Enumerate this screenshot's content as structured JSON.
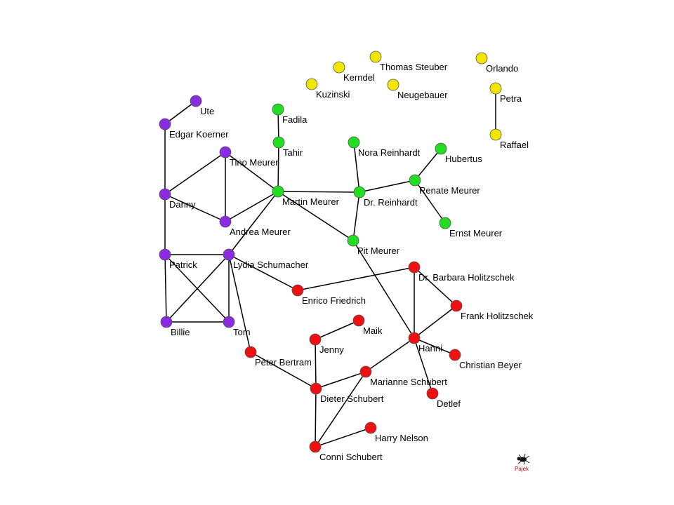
{
  "colors": {
    "purple": "#8a2be2",
    "green": "#22dd22",
    "yellow": "#f2e600",
    "red": "#ee1111",
    "edge": "#000000",
    "node_stroke": "#555555"
  },
  "nodes": [
    {
      "id": "ute",
      "label": "Ute",
      "group": "purple"
    },
    {
      "id": "edgar",
      "label": "Edgar Koerner",
      "group": "purple"
    },
    {
      "id": "tino",
      "label": "Tino Meurer",
      "group": "purple"
    },
    {
      "id": "danny",
      "label": "Danny",
      "group": "purple"
    },
    {
      "id": "andrea",
      "label": "Andrea Meurer",
      "group": "purple"
    },
    {
      "id": "patrick",
      "label": "Patrick",
      "group": "purple"
    },
    {
      "id": "lydia",
      "label": "Lydia Schumacher",
      "group": "purple"
    },
    {
      "id": "billie",
      "label": "Billie",
      "group": "purple"
    },
    {
      "id": "tom",
      "label": "Tom",
      "group": "purple"
    },
    {
      "id": "fadila",
      "label": "Fadila",
      "group": "green"
    },
    {
      "id": "tahir",
      "label": "Tahir",
      "group": "green"
    },
    {
      "id": "martin",
      "label": "Martin Meurer",
      "group": "green"
    },
    {
      "id": "nora",
      "label": "Nora Reinhardt",
      "group": "green"
    },
    {
      "id": "hubertus",
      "label": "Hubertus",
      "group": "green"
    },
    {
      "id": "renate",
      "label": "Renate Meurer",
      "group": "green"
    },
    {
      "id": "drreinhardt",
      "label": "Dr. Reinhardt",
      "group": "green"
    },
    {
      "id": "ernst",
      "label": "Ernst Meurer",
      "group": "green"
    },
    {
      "id": "pit",
      "label": "Pit Meurer",
      "group": "green"
    },
    {
      "id": "thomas",
      "label": "Thomas Steuber",
      "group": "yellow"
    },
    {
      "id": "kerndel",
      "label": "Kerndel",
      "group": "yellow"
    },
    {
      "id": "kuzinski",
      "label": "Kuzinski",
      "group": "yellow"
    },
    {
      "id": "neugebauer",
      "label": "Neugebauer",
      "group": "yellow"
    },
    {
      "id": "orlando",
      "label": "Orlando",
      "group": "yellow"
    },
    {
      "id": "petra",
      "label": "Petra",
      "group": "yellow"
    },
    {
      "id": "raffael",
      "label": "Raffael",
      "group": "yellow"
    },
    {
      "id": "barbara",
      "label": "Dr. Barbara Holitzschek",
      "group": "red"
    },
    {
      "id": "frank",
      "label": "Frank Holitzschek",
      "group": "red"
    },
    {
      "id": "enrico",
      "label": "Enrico Friedrich",
      "group": "red"
    },
    {
      "id": "maik",
      "label": "Maik",
      "group": "red"
    },
    {
      "id": "jenny",
      "label": "Jenny",
      "group": "red"
    },
    {
      "id": "hanni",
      "label": "Hanni",
      "group": "red"
    },
    {
      "id": "christian",
      "label": "Christian Beyer",
      "group": "red"
    },
    {
      "id": "peter",
      "label": "Peter Bertram",
      "group": "red"
    },
    {
      "id": "marianne",
      "label": "Marianne Schubert",
      "group": "red"
    },
    {
      "id": "dieter",
      "label": "Dieter Schubert",
      "group": "red"
    },
    {
      "id": "detlef",
      "label": "Detlef",
      "group": "red"
    },
    {
      "id": "harry",
      "label": "Harry Nelson",
      "group": "red"
    },
    {
      "id": "conni",
      "label": "Conni Schubert",
      "group": "red"
    }
  ],
  "edges": [
    [
      "ute",
      "edgar"
    ],
    [
      "edgar",
      "danny"
    ],
    [
      "danny",
      "tino"
    ],
    [
      "danny",
      "andrea"
    ],
    [
      "tino",
      "andrea"
    ],
    [
      "tino",
      "martin"
    ],
    [
      "andrea",
      "martin"
    ],
    [
      "danny",
      "patrick"
    ],
    [
      "patrick",
      "lydia"
    ],
    [
      "patrick",
      "billie"
    ],
    [
      "patrick",
      "tom"
    ],
    [
      "lydia",
      "billie"
    ],
    [
      "lydia",
      "tom"
    ],
    [
      "billie",
      "tom"
    ],
    [
      "lydia",
      "martin"
    ],
    [
      "lydia",
      "enrico"
    ],
    [
      "lydia",
      "peter"
    ],
    [
      "fadila",
      "tahir"
    ],
    [
      "tahir",
      "martin"
    ],
    [
      "martin",
      "drreinhardt"
    ],
    [
      "martin",
      "pit"
    ],
    [
      "nora",
      "drreinhardt"
    ],
    [
      "drreinhardt",
      "renate"
    ],
    [
      "drreinhardt",
      "pit"
    ],
    [
      "renate",
      "hubertus"
    ],
    [
      "renate",
      "ernst"
    ],
    [
      "pit",
      "hanni"
    ],
    [
      "petra",
      "raffael"
    ],
    [
      "enrico",
      "barbara"
    ],
    [
      "barbara",
      "frank"
    ],
    [
      "barbara",
      "hanni"
    ],
    [
      "frank",
      "hanni"
    ],
    [
      "hanni",
      "christian"
    ],
    [
      "hanni",
      "detlef"
    ],
    [
      "hanni",
      "marianne"
    ],
    [
      "maik",
      "jenny"
    ],
    [
      "jenny",
      "dieter"
    ],
    [
      "peter",
      "dieter"
    ],
    [
      "dieter",
      "marianne"
    ],
    [
      "dieter",
      "conni"
    ],
    [
      "marianne",
      "conni"
    ],
    [
      "conni",
      "harry"
    ]
  ],
  "watermark": {
    "label": "Pajek",
    "icon": "spider-icon"
  }
}
